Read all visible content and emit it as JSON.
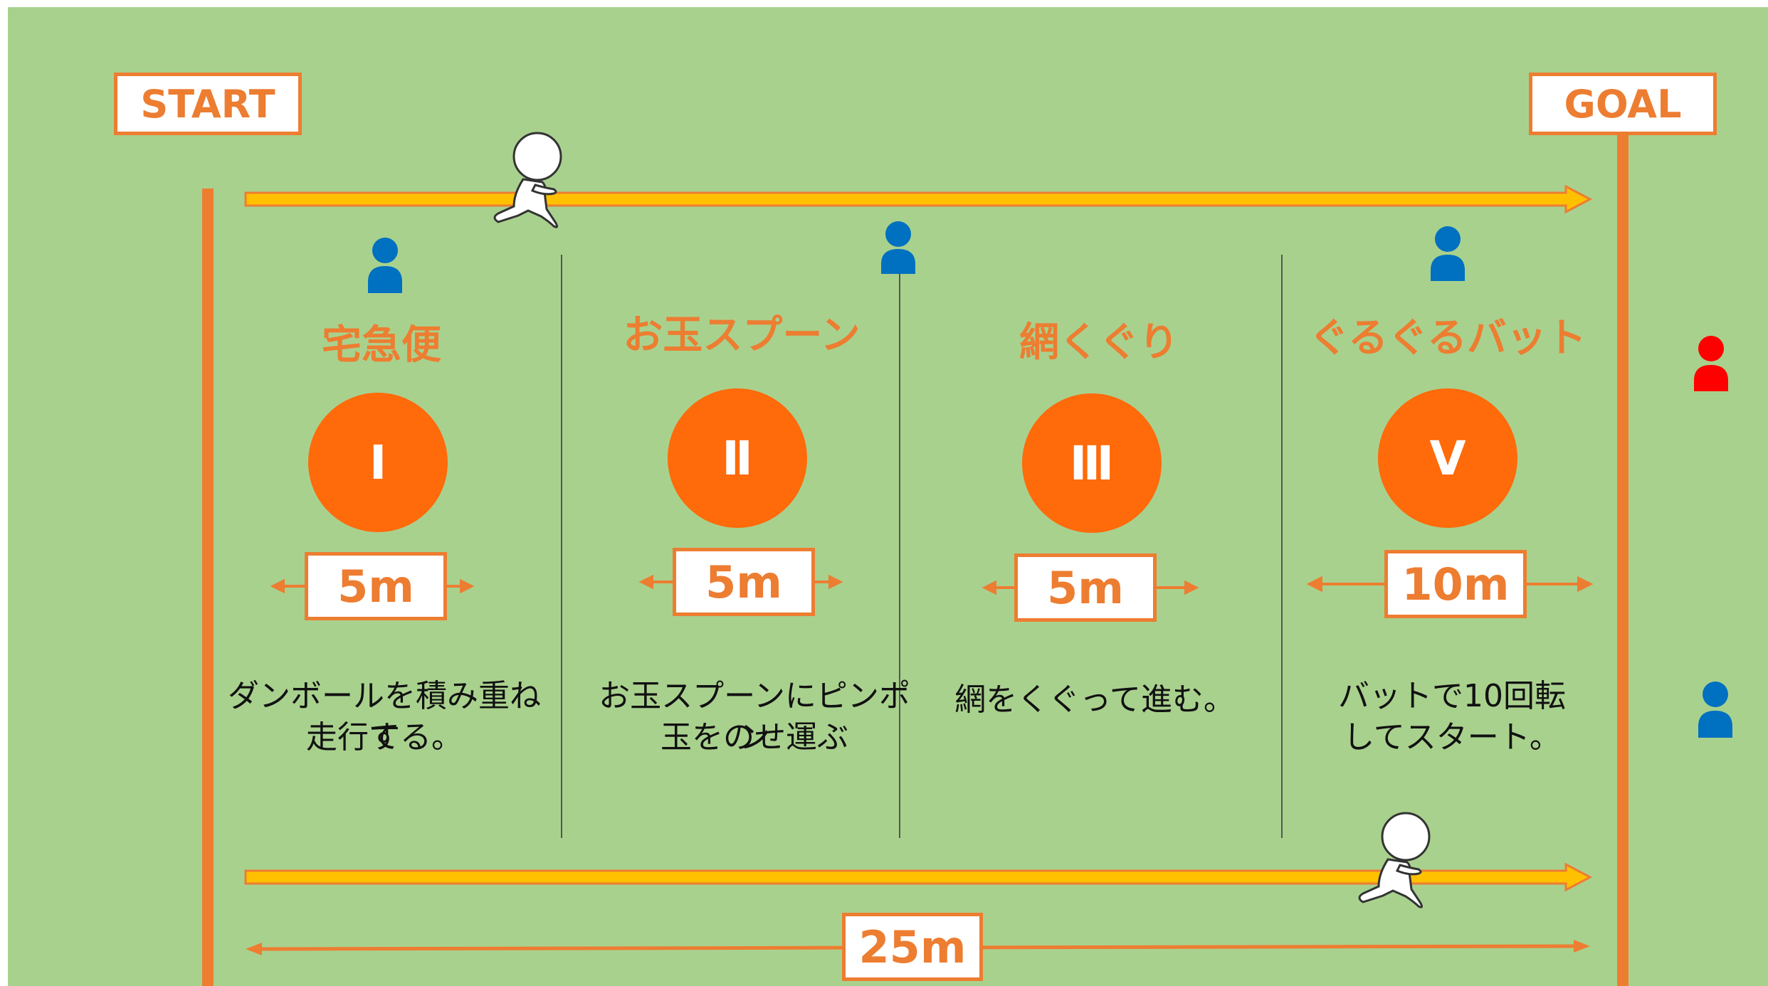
{
  "signs": {
    "start": "START",
    "goal": "GOAL"
  },
  "stations": [
    {
      "title": "宅急便",
      "numeral": "Ⅰ",
      "distance": "5m",
      "desc_line1": "ダンボールを積み重ねて",
      "desc_line2": "走行する。"
    },
    {
      "title": "お玉スプーン",
      "numeral": "Ⅱ",
      "distance": "5m",
      "desc_line1": "お玉スプーンにピンポン",
      "desc_line2": "玉をのせ運ぶ"
    },
    {
      "title": "網くぐり",
      "numeral": "Ⅲ",
      "distance": "5m",
      "desc_line1": "網をくぐって進む。",
      "desc_line2": ""
    },
    {
      "title": "ぐるぐるバット",
      "numeral": "Ⅴ",
      "distance": "10m",
      "desc_line1": "バットで10回転",
      "desc_line2": "してスタート。"
    }
  ],
  "total_distance": "25m",
  "colors": {
    "field": "#a9d18e",
    "accent": "#ed7d31",
    "circle": "#ff6a0a",
    "staff": "#0070c0",
    "referee": "#ff0000",
    "arrow_fill": "#ffc000"
  }
}
